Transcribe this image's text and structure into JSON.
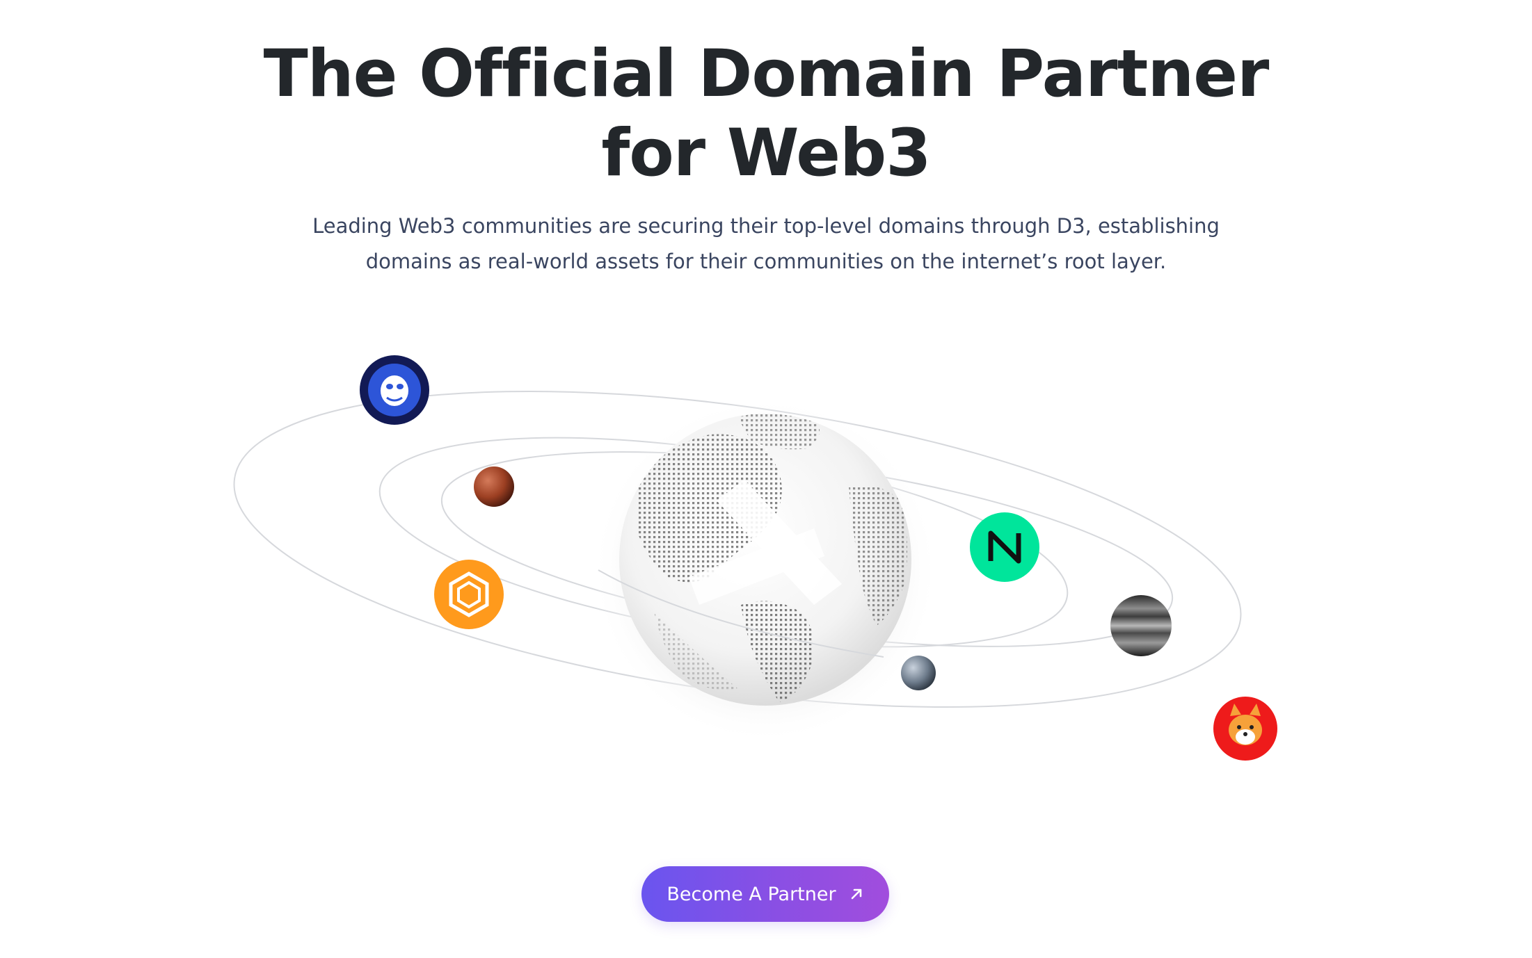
{
  "hero": {
    "title_line1": "The Official Domain Partner",
    "title_line2": "for Web3",
    "subtitle_line1": "Leading Web3 communities are securing their top-level domains through D3, establishing",
    "subtitle_line2": "domains as real-world assets for their communities on the internet’s root layer."
  },
  "cta": {
    "label": "Become A Partner",
    "icon": "arrow-up-right-icon"
  },
  "partners": [
    {
      "name": "apecoin-logo",
      "color": "#1b2a7a"
    },
    {
      "name": "chainlink-cube-logo",
      "color": "#ff9a1c"
    },
    {
      "name": "near-logo",
      "color": "#00e59b"
    },
    {
      "name": "shiba-inu-logo",
      "color": "#ee1b1b"
    }
  ],
  "planets": [
    "mars",
    "jupiter",
    "moon"
  ],
  "colors": {
    "title": "#23272b",
    "subtitle": "#3a4560",
    "cta_start": "#6a55ef",
    "cta_end": "#a14ddd",
    "orbit": "#d4d6da"
  }
}
